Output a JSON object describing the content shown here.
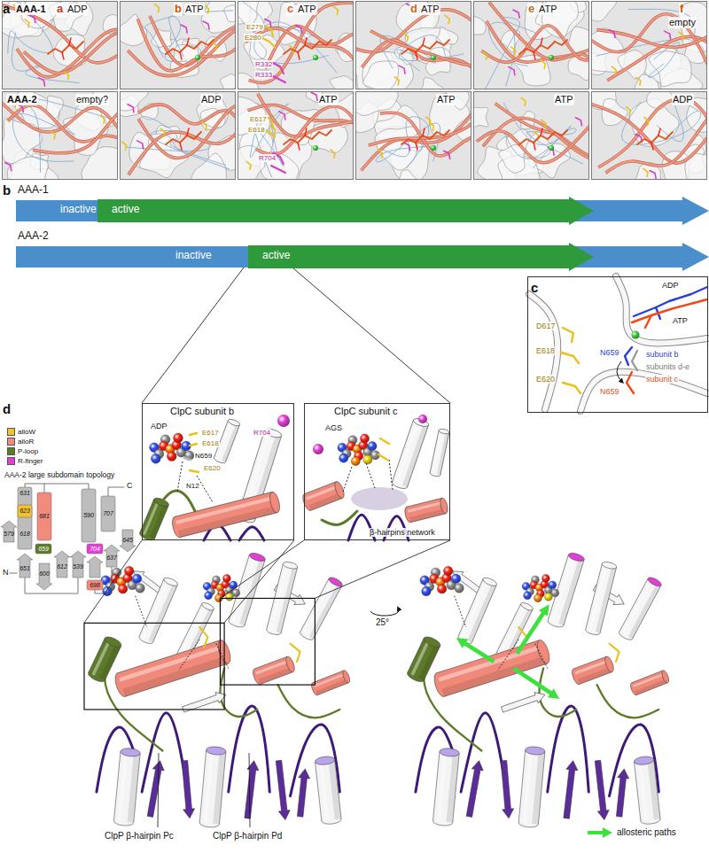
{
  "diagram": {
    "nodes": [
      {
        "text": [
          "AAA-1",
          "a",
          "ADP"
        ]
      },
      {
        "text": [
          "b",
          "ATP"
        ]
      },
      {
        "text": [
          "c",
          "ATP",
          "E279",
          "E280",
          "R332",
          "R333"
        ]
      },
      {
        "text": [
          "d",
          "ATP"
        ]
      },
      {
        "text": [
          "e",
          "ATP"
        ]
      },
      {
        "text": [
          "f",
          "empty"
        ]
      },
      {
        "text": [
          "AAA-2",
          "empty?"
        ]
      },
      {
        "text": [
          "ADP"
        ]
      },
      {
        "text": [
          "ATP",
          "E617",
          "E618",
          "R704"
        ]
      },
      {
        "text": [
          "ATP"
        ]
      },
      {
        "text": [
          "ATP"
        ]
      },
      {
        "text": [
          "ADP"
        ]
      },
      {
        "text": [
          "AAA-1",
          "inactive"
        ]
      },
      {
        "text": [
          "active"
        ],
        "in": 12
      },
      {
        "text": [
          "AAA-2",
          "inactive"
        ]
      },
      {
        "text": [
          "active"
        ],
        "in": 14
      },
      {
        "text": [
          "ADP",
          "ATP",
          "subunit b",
          "subunits d-e",
          "subunit c",
          "N659",
          "N659",
          "D617",
          "E618",
          "E620"
        ]
      },
      {
        "text": [
          "ClpC subunit b",
          "ADP",
          "E617",
          "E618",
          "N659",
          "E620",
          "N12",
          "R704"
        ]
      },
      {
        "text": [
          "ClpC subunit c",
          "AGS",
          "β-hairpins network"
        ]
      }
    ],
    "edges": [
      {
        "from": 14,
        "to": 17,
        "arrow": "none"
      },
      {
        "from": 14,
        "to": 18,
        "arrow": "none"
      }
    ],
    "labels": [
      "a",
      "b",
      "c",
      "d",
      "AAA-2 large subdomain topology",
      "C",
      "N",
      "631",
      "623",
      "618",
      "681",
      "659",
      "651",
      "612",
      "600",
      "579",
      "539",
      "590",
      "707",
      "704",
      "698",
      "637",
      "645",
      "ClpP β-hairpin Pc",
      "ClpP β-hairpin Pd",
      "25°"
    ],
    "legend": [
      {
        "text": "alloW",
        "color": "#f2c230"
      },
      {
        "text": "alloR",
        "color": "#f28b7e"
      },
      {
        "text": "P-loop",
        "color": "#5d7a2a"
      },
      {
        "text": "R-finger",
        "color": "#e23fd6"
      },
      {
        "text": "allosteric paths"
      }
    ]
  }
}
